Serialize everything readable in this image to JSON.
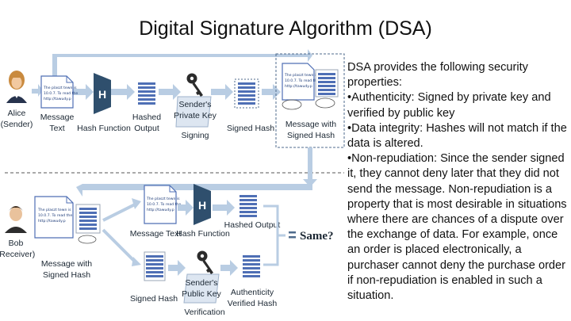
{
  "title": "Digital Signature Algorithm (DSA)",
  "diagram": {
    "sender": {
      "name": "Alice",
      "role": "(Sender)"
    },
    "receiver": {
      "name": "Bob",
      "role": "(Receiver)"
    },
    "doc_text": [
      "The plaszt tewn is",
      "10.0.7. To read the",
      "http://tawudy.p"
    ],
    "top": {
      "message_text": [
        "Message",
        "Text"
      ],
      "hash_function": "Hash Function",
      "hash_letter": "H",
      "hashed_output": [
        "Hashed",
        "Output"
      ],
      "private_key": [
        "Sender's",
        "Private Key"
      ],
      "signing": "Signing",
      "signed_hash": "Signed Hash",
      "message_with_signed_hash": [
        "Message with",
        "Signed Hash"
      ]
    },
    "bottom": {
      "message_with_signed_hash": [
        "Message with",
        "Signed Hash"
      ],
      "message_text": "Message Text",
      "hash_function": "Hash Function",
      "hash_letter": "H",
      "hashed_output": "Hashed Output",
      "signed_hash": "Signed Hash",
      "public_key": [
        "Sender's",
        "Public Key"
      ],
      "verification": "Verification",
      "authenticity": [
        "Authenticity",
        "Verified Hash"
      ],
      "same": "Same?"
    }
  },
  "description": {
    "intro": "DSA provides the following security properties:",
    "bullets": [
      "•Authenticity: Signed by private key and verified by public key",
      "•Data integrity: Hashes will not match if the data is altered.",
      "•Non-repudiation: Since the sender signed it, they cannot deny later that they did not send the message. Non-repudiation is a property that is most desirable in situations where there are chances of a dispute over the exchange of data. For example, once an order is placed electronically, a purchaser cannot deny the purchase order if non-repudiation is enabled in such a situation."
    ]
  },
  "colors": {
    "arrow": "#b9cde3",
    "hash_block": "#2f4f6d",
    "stack_blue": "#4f6fb5",
    "dashed": "#4f6b8c",
    "divider": "#777777"
  }
}
